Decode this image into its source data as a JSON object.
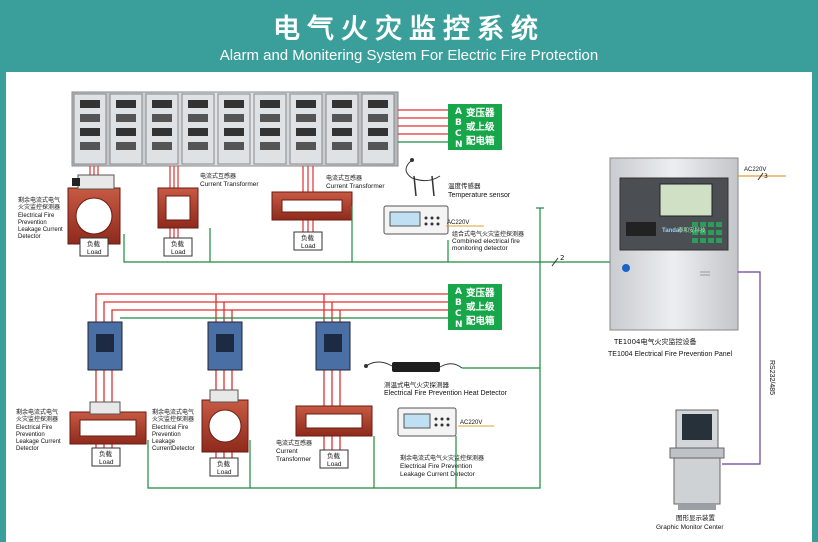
{
  "header": {
    "title_cn": "电气火灾监控系统",
    "title_en": "Alarm and Monitering System For Electric Fire Protection"
  },
  "source_box": {
    "phases": [
      "A",
      "B",
      "C",
      "N"
    ],
    "lines": [
      "变压器",
      "或上级",
      "配电箱"
    ]
  },
  "top": {
    "leak_detector": [
      "剩余电流式电气",
      "火灾监控探测器",
      "Electrical Fire",
      "Prevention",
      "Leakage Current",
      "Detector"
    ],
    "ct1": [
      "电流式互感器",
      "Current Transformer"
    ],
    "ct2": [
      "电流式互感器",
      "Current Transformer"
    ],
    "load_cn": "负载",
    "load_en": "Load",
    "temp_sensor": [
      "温度传感器",
      "Temperature sensor"
    ],
    "combined": [
      "组合式电气火灾监控探测器",
      "Combined electrical fire",
      "monitoring detector"
    ],
    "ac": "AC220V"
  },
  "bottom": {
    "leak_detector1": [
      "剩余电流式电气",
      "火灾监控探测器",
      "Electrical Fire",
      "Prevention",
      "Leakage Current",
      "Detector"
    ],
    "leak_detector2": [
      "剩余电流式电气",
      "火灾监控探测器",
      "Electrical Fire",
      "Prevention",
      "Leakage",
      "CurrentDetector"
    ],
    "ct": [
      "电流式互感器",
      "Current",
      "Transformer"
    ],
    "heat": [
      "测温式电气火灾探测器",
      "Electrical Fire Prevention Heat Detector"
    ],
    "leak_det3": [
      "剩余电流式电气火灾监控探测器",
      "Electrical Fire Prevention",
      "Leakage Current Detector"
    ],
    "ac": "AC220V",
    "load_cn": "负载",
    "load_en": "Load"
  },
  "panel": {
    "brand": "Tanda",
    "brand_sub": "泰和安科技",
    "model_cn": "TE1004电气火灾监控设备",
    "model_en": "TE1004  Electrical Fire Prevention Panel",
    "ac": "AC220V",
    "wire_count": "3"
  },
  "bus": {
    "wire_count": "2",
    "rs": "RS232/485"
  },
  "monitor": [
    "图形显示装置",
    "Graphic Monitor Center"
  ],
  "colors": {
    "header": "#3a9f9a",
    "source_box": "#18a64a",
    "bus": "#1d8a3c",
    "rs_line": "#6a3d9a",
    "phase_line": "#e03030",
    "ct_red": "#b23a2a"
  }
}
